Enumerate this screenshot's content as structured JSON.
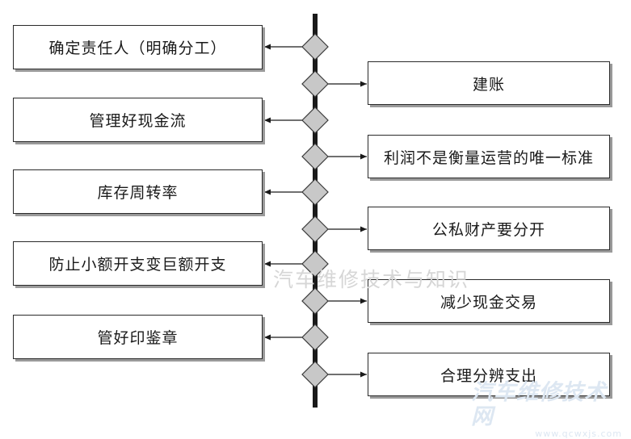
{
  "left_items": [
    "确定责任人（明确分工）",
    "管理好现金流",
    "库存周转率",
    "防止小额开支变巨额开支",
    "管好印鉴章"
  ],
  "right_items": [
    "建账",
    "利润不是衡量运营的唯一标准",
    "公私财产要分开",
    "减少现金交易",
    "合理分辨支出"
  ],
  "watermark": "汽车维修技术与知识",
  "logo": {
    "text": "汽车维修技术网",
    "url": "www.qcwxjs.com"
  }
}
